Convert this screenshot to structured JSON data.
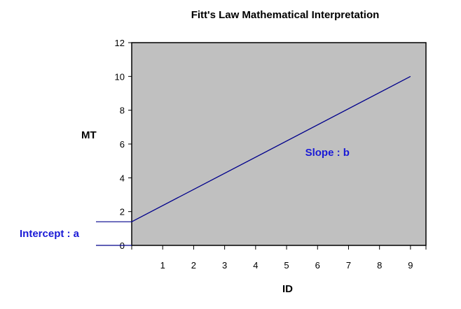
{
  "chart_data": {
    "type": "line",
    "title": "Fitt's Law Mathematical Interpretation",
    "xlabel": "ID",
    "ylabel": "MT",
    "xlim": [
      0,
      9.5
    ],
    "ylim": [
      0,
      12
    ],
    "x_ticks": [
      1,
      2,
      3,
      4,
      5,
      6,
      7,
      8,
      9
    ],
    "y_ticks": [
      0,
      2,
      4,
      6,
      8,
      10,
      12
    ],
    "x_tick_labels": [
      "1",
      "2",
      "3",
      "4",
      "5",
      "6",
      "7",
      "8",
      "9"
    ],
    "y_tick_labels": [
      "0",
      "2",
      "4",
      "6",
      "8",
      "10",
      "12"
    ],
    "series": [
      {
        "x": [
          0,
          9
        ],
        "y": [
          1.4,
          10
        ]
      }
    ],
    "annotations": {
      "intercept_label": "Intercept : a",
      "intercept_value": 1.4,
      "slope_label": "Slope : b",
      "slope_label_at": {
        "x": 5.6,
        "y": 5.5
      }
    },
    "grid": false,
    "legend": "none",
    "colors": {
      "plot_background": "#c0c0c0",
      "line": "#00008b",
      "annotation_text": "#1a1ad6",
      "intercept_marker": "#00008b",
      "axis": "#000000"
    }
  }
}
